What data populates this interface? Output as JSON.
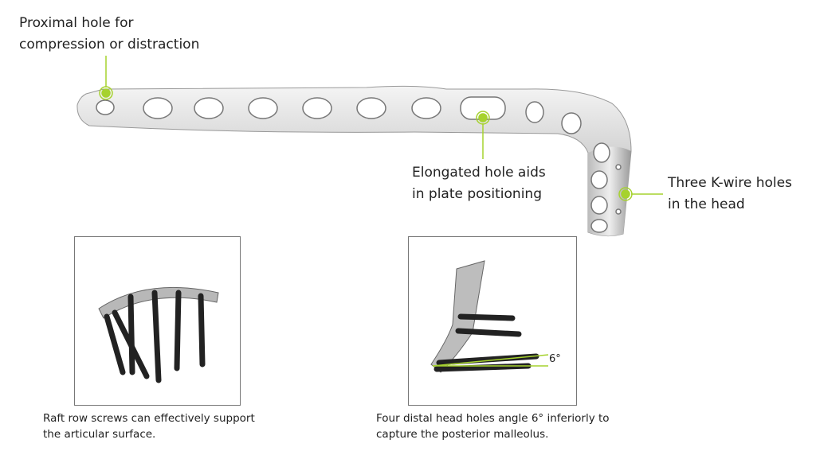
{
  "callouts": {
    "proximal": {
      "line1": "Proximal hole for",
      "line2": "compression or distraction"
    },
    "elongated": {
      "line1": "Elongated hole aids",
      "line2": "in plate positioning"
    },
    "kwire": {
      "line1": "Three K-wire holes",
      "line2": "in the head"
    }
  },
  "insets": {
    "raft": {
      "caption_line1": "Raft row screws can effectively support",
      "caption_line2": "the articular surface."
    },
    "distal": {
      "angle_label": "6°",
      "caption_line1": "Four distal head holes angle 6° inferiorly to",
      "caption_line2": "capture the posterior malleolus."
    }
  },
  "colors": {
    "accent": "#a6d22e",
    "metal": "#d8d8d8"
  }
}
